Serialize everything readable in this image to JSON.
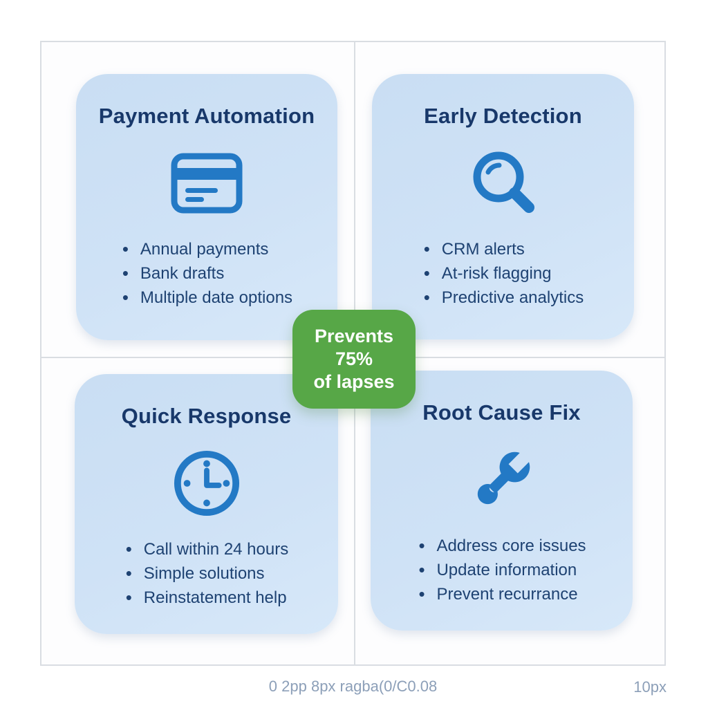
{
  "badge": {
    "lines": [
      "Prevents",
      "75%",
      "of lapses"
    ]
  },
  "cards": [
    {
      "id": "payment-automation",
      "title": "Payment Automation",
      "icon": "credit-card-icon",
      "bullets": [
        "Annual payments",
        "Bank drafts",
        "Multiple date options"
      ]
    },
    {
      "id": "early-detection",
      "title": "Early Detection",
      "icon": "magnifier-icon",
      "bullets": [
        "CRM alerts",
        "At-risk flagging",
        "Predictive analytics"
      ]
    },
    {
      "id": "quick-response",
      "title": "Quick Response",
      "icon": "clock-icon",
      "bullets": [
        "Call within 24 hours",
        "Simple solutions",
        "Reinstatement help"
      ]
    },
    {
      "id": "root-cause-fix",
      "title": "Root Cause Fix",
      "icon": "wrench-icon",
      "bullets": [
        "Address core issues",
        "Update information",
        "Prevent recurrance"
      ]
    }
  ],
  "footer": {
    "caption": "0 2pp 8px ragba(0/C0.08",
    "right_note": "10px"
  },
  "colors": {
    "card_bg": "#cfe2f6",
    "accent_blue": "#2379c5",
    "title_navy": "#18386a",
    "text_navy": "#1e4272",
    "badge_green": "#57a747",
    "line_gray": "#d9dde2",
    "caption_gray": "#8c9fb8"
  }
}
